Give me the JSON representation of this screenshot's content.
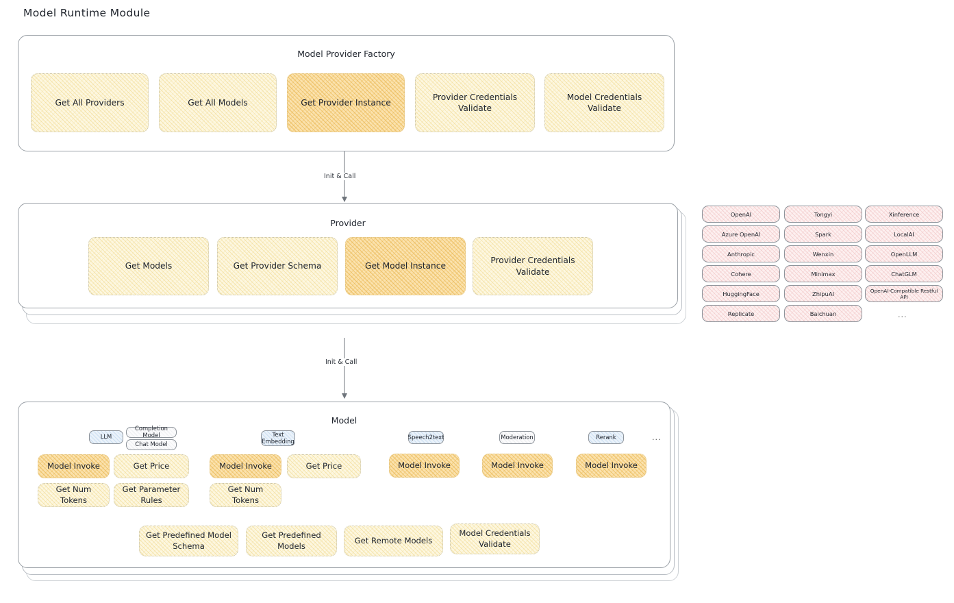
{
  "page": {
    "title": "Model Runtime Module"
  },
  "factory": {
    "title": "Model Provider Factory",
    "boxes": [
      {
        "label": "Get All Providers",
        "highlighted": false
      },
      {
        "label": "Get All Models",
        "highlighted": false
      },
      {
        "label": "Get Provider Instance",
        "highlighted": true
      },
      {
        "label": "Provider Credentials Validate",
        "highlighted": false
      },
      {
        "label": "Model Credentials Validate",
        "highlighted": false
      }
    ]
  },
  "arrows": [
    {
      "label": "Init & Call"
    },
    {
      "label": "Init & Call"
    }
  ],
  "provider": {
    "title": "Provider",
    "boxes": [
      {
        "label": "Get Models",
        "highlighted": false
      },
      {
        "label": "Get Provider Schema",
        "highlighted": false
      },
      {
        "label": "Get Model Instance",
        "highlighted": true
      },
      {
        "label": "Provider Credentials Validate",
        "highlighted": false
      }
    ]
  },
  "provider_list": {
    "columns": [
      {
        "items": [
          "OpenAI",
          "Azure OpenAI",
          "Anthropic",
          "Cohere",
          "HuggingFace",
          "Replicate"
        ]
      },
      {
        "items": [
          "Tongyi",
          "Spark",
          "Wenxin",
          "Minimax",
          "ZhipuAI",
          "Baichuan"
        ]
      },
      {
        "items": [
          "Xinference",
          "LocalAI",
          "OpenLLM",
          "ChatGLM",
          "OpenAI-Compatible Restful API"
        ]
      }
    ],
    "ellipsis": "..."
  },
  "model": {
    "title": "Model",
    "ellipsis": "...",
    "types": [
      {
        "name": "LLM",
        "subtypes": [
          "Completion Model",
          "Chat Model"
        ],
        "boxes": [
          "Model Invoke",
          "Get Price",
          "Get Num Tokens",
          "Get Parameter Rules"
        ],
        "highlighted": [
          "Model Invoke"
        ]
      },
      {
        "name": "Text Embedding",
        "subtypes": [],
        "boxes": [
          "Model Invoke",
          "Get Price",
          "Get Num Tokens"
        ],
        "highlighted": [
          "Model Invoke"
        ]
      },
      {
        "name": "Speech2text",
        "subtypes": [],
        "boxes": [
          "Model Invoke"
        ],
        "highlighted": [
          "Model Invoke"
        ]
      },
      {
        "name": "Moderation",
        "subtypes": [],
        "boxes": [
          "Model Invoke"
        ],
        "highlighted": [
          "Model Invoke"
        ]
      },
      {
        "name": "Rerank",
        "subtypes": [],
        "boxes": [
          "Model Invoke"
        ],
        "highlighted": [
          "Model Invoke"
        ]
      }
    ],
    "common_boxes": [
      "Get Predefined Model Schema",
      "Get Predefined Models",
      "Get Remote Models",
      "Model Credentials Validate"
    ]
  },
  "colors": {
    "box_fill": "#fdf7e0",
    "box_highlight_fill": "#fbe2ad",
    "chip_fill": "#fdf0f0",
    "type_chip_fill": "#eaf2fa",
    "panel_border": "#9aa0a6"
  }
}
